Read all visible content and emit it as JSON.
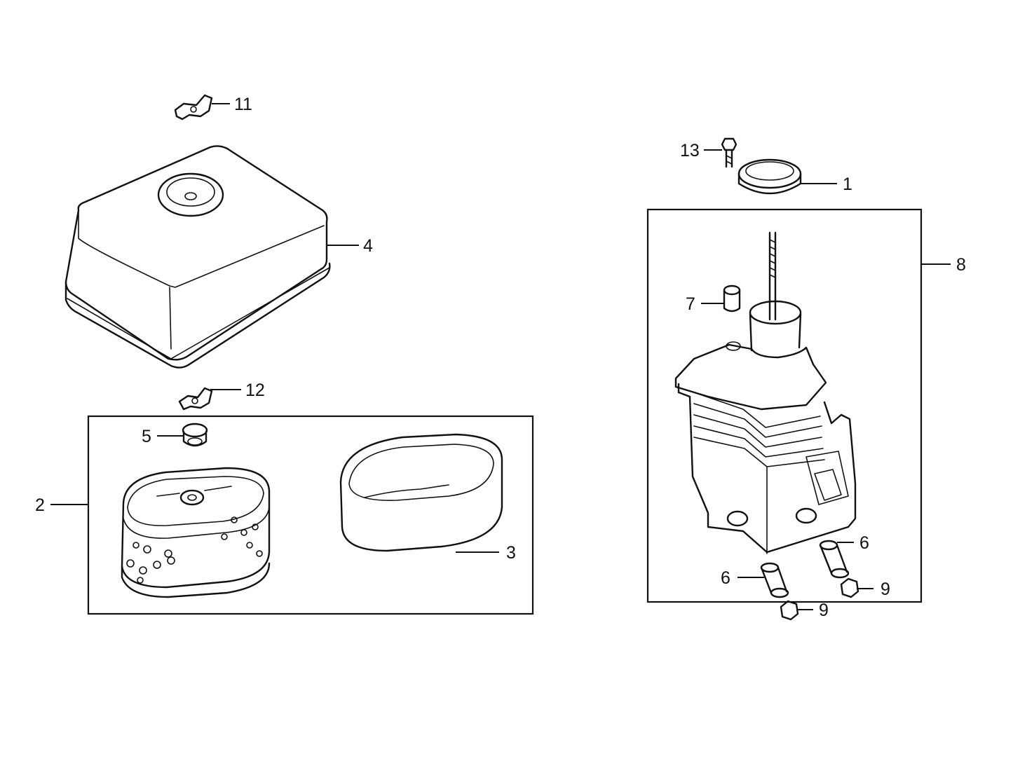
{
  "callouts": {
    "c1": "1",
    "c2": "2",
    "c3": "3",
    "c4": "4",
    "c5": "5",
    "c6a": "6",
    "c6b": "6",
    "c7": "7",
    "c8": "8",
    "c9a": "9",
    "c9b": "9",
    "c11": "11",
    "c12": "12",
    "c13": "13"
  }
}
